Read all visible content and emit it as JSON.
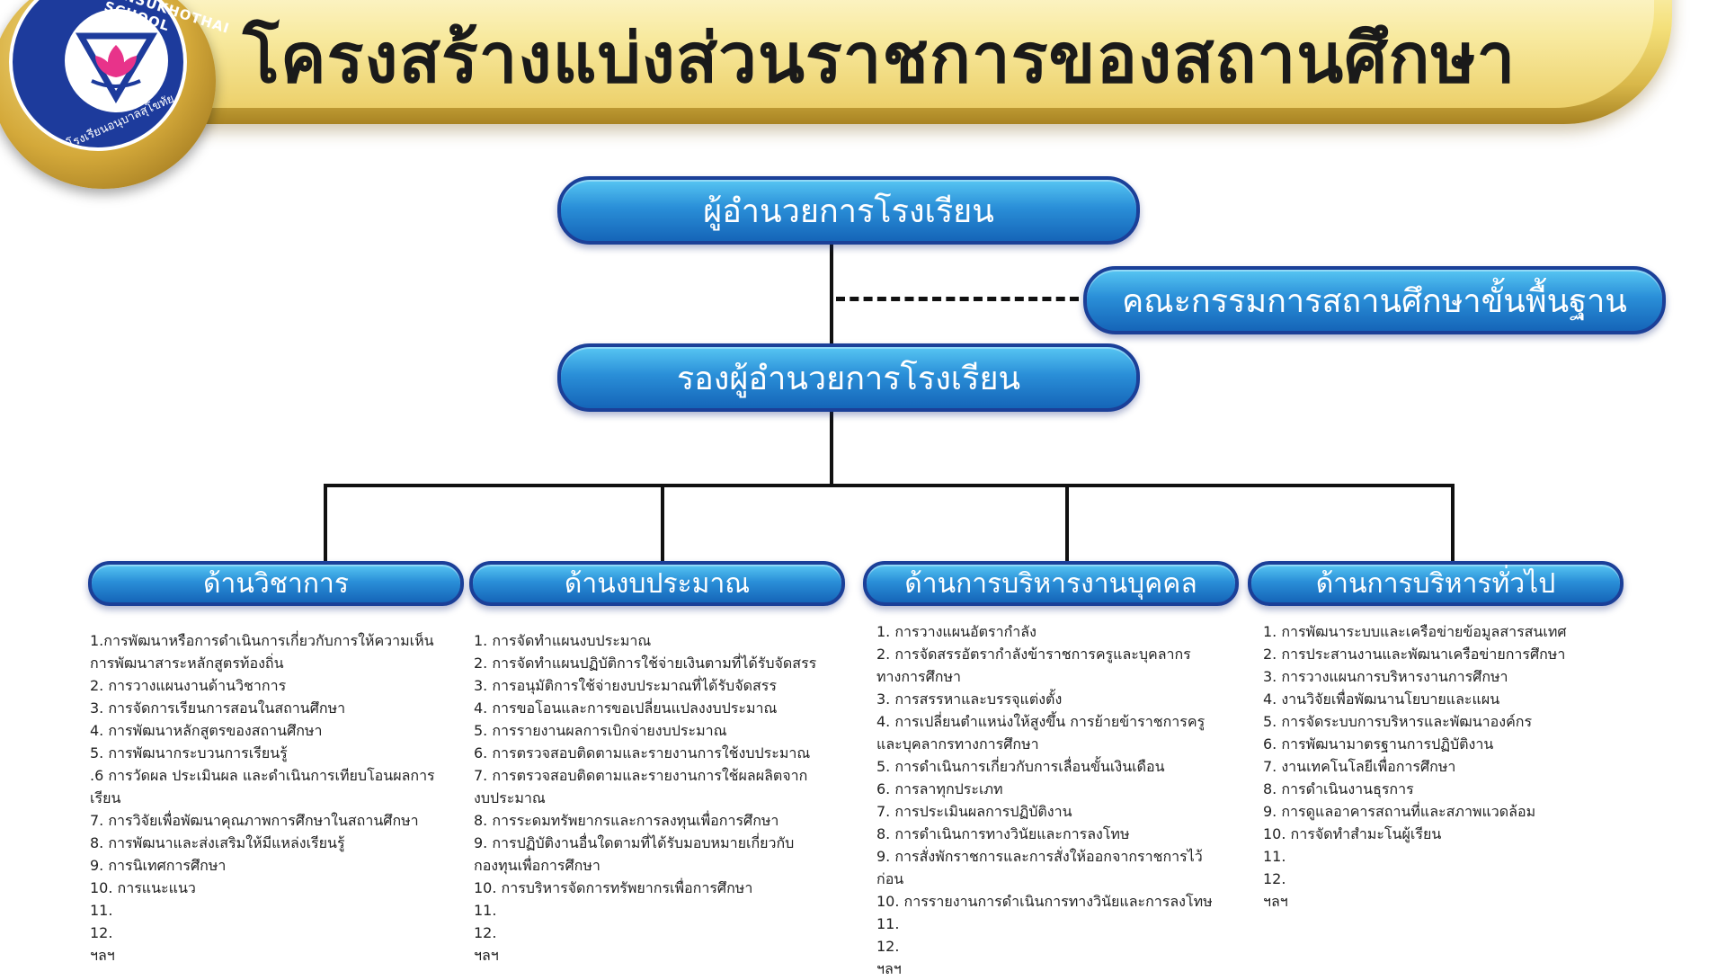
{
  "header": {
    "title": "โครงสร้างแบ่งส่วนราชการของสถานศึกษา",
    "logo": {
      "text_top": "ANUBANSUKHOTHAI SCHOOL",
      "text_bottom": "โรงเรียนอนุบาลสุโขทัย"
    }
  },
  "org": {
    "director": "ผู้อำนวยการโรงเรียน",
    "board": "คณะกรรมการสถานศึกษาขั้นพื้นฐาน",
    "deputy": "รองผู้อำนวยการโรงเรียน",
    "departments": [
      {
        "name": "ด้านวิชาการ",
        "items": [
          "1.การพัฒนาหรือการดำเนินการเกี่ยวกับการให้ความเห็น",
          "การพัฒนาสาระหลักสูตรท้องถิ่น",
          "2. การวางแผนงานด้านวิชาการ",
          "3. การจัดการเรียนการสอนในสถานศึกษา",
          "4. การพัฒนาหลักสูตรของสถานศึกษา",
          "5. การพัฒนากระบวนการเรียนรู้",
          ".6 การวัดผล ประเมินผล และดำเนินการเทียบโอนผลการ",
          "เรียน",
          "7. การวิจัยเพื่อพัฒนาคุณภาพการศึกษาในสถานศึกษา",
          "8. การพัฒนาและส่งเสริมให้มีแหล่งเรียนรู้",
          "9. การนิเทศการศึกษา",
          "10. การแนะแนว",
          "11.",
          "12.",
          "ฯลฯ"
        ]
      },
      {
        "name": "ด้านงบประมาณ",
        "items": [
          "1. การจัดทำแผนงบประมาณ",
          "2. การจัดทำแผนปฏิบัติการใช้จ่ายเงินตามที่ได้รับจัดสรร",
          "3. การอนุมัติการใช้จ่ายงบประมาณที่ได้รับจัดสรร",
          "4. การขอโอนและการขอเปลี่ยนแปลงงบประมาณ",
          "5. การรายงานผลการเบิกจ่ายงบประมาณ",
          "6. การตรวจสอบติดตามและรายงานการใช้งบประมาณ",
          "7. การตรวจสอบติดตามและรายงานการใช้ผลผลิตจาก",
          "งบประมาณ",
          "8. การระดมทรัพยากรและการลงทุนเพื่อการศึกษา",
          "9. การปฏิบัติงานอื่นใดตามที่ได้รับมอบหมายเกี่ยวกับ",
          "กองทุนเพื่อการศึกษา",
          "10. การบริหารจัดการทรัพยากรเพื่อการศึกษา",
          "11.",
          "12.",
          "ฯลฯ"
        ]
      },
      {
        "name": "ด้านการบริหารงานบุคคล",
        "items": [
          "1. การวางแผนอัตรากำลัง",
          "2. การจัดสรรอัตรากำลังข้าราชการครูและบุคลากร",
          "ทางการศึกษา",
          "3. การสรรหาและบรรจุแต่งตั้ง",
          "4. การเปลี่ยนตำแหน่งให้สูงขึ้น การย้ายข้าราชการครู",
          "และบุคลากรทางการศึกษา",
          "5. การดำเนินการเกี่ยวกับการเลื่อนขั้นเงินเดือน",
          "6. การลาทุกประเภท",
          "7. การประเมินผลการปฏิบัติงาน",
          "8. การดำเนินการทางวินัยและการลงโทษ",
          "9. การสั่งพักราชการและการสั่งให้ออกจากราชการไว้",
          "ก่อน",
          "10. การรายงานการดำเนินการทางวินัยและการลงโทษ",
          "11.",
          "12.",
          "ฯลฯ"
        ]
      },
      {
        "name": "ด้านการบริหารทั่วไป",
        "items": [
          "1. การพัฒนาระบบและเครือข่ายข้อมูลสารสนเทศ",
          "2. การประสานงานและพัฒนาเครือข่ายการศึกษา",
          "3. การวางแผนการบริหารงานการศึกษา",
          "4. งานวิจัยเพื่อพัฒนานโยบายและแผน",
          "5. การจัดระบบการบริหารและพัฒนาองค์กร",
          "6. การพัฒนามาตรฐานการปฏิบัติงาน",
          "7. งานเทคโนโลยีเพื่อการศึกษา",
          "8. การดำเนินงานธุรการ",
          "9. การดูแลอาคารสถานที่และสภาพแวดล้อม",
          "10. การจัดทำสำมะโนผู้เรียน",
          "11.",
          "12.",
          "ฯลฯ"
        ]
      }
    ]
  }
}
